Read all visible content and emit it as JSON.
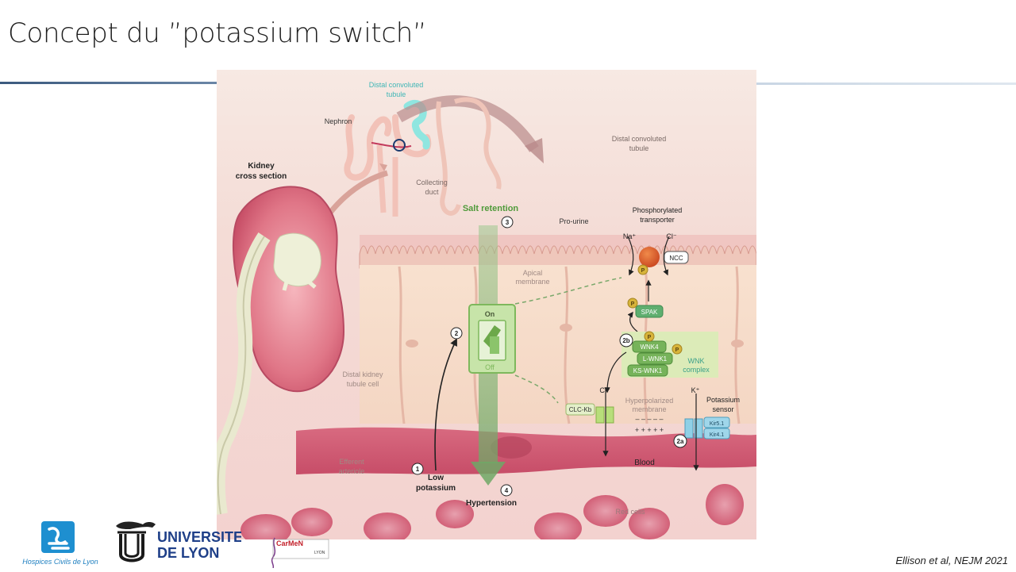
{
  "slide": {
    "title": "Concept du ”potassium switch”",
    "citation": "Ellison et al, NEJM 2021"
  },
  "figure": {
    "labels": {
      "distal_convoluted_tubule_top": [
        "Distal convoluted",
        "tubule"
      ],
      "nephron": "Nephron",
      "kidney_cross_section": [
        "Kidney",
        "cross section"
      ],
      "collecting_duct": [
        "Collecting",
        "duct"
      ],
      "distal_convoluted_tubule_right": [
        "Distal convoluted",
        "tubule"
      ],
      "salt_retention": "Salt retention",
      "pro_urine": "Pro-urine",
      "phosphorylated_transporter": [
        "Phosphorylated",
        "transporter"
      ],
      "na_ion": "Na⁺",
      "cl_ion_top": "Cl⁻",
      "ncc": "NCC",
      "apical_membrane": [
        "Apical",
        "membrane"
      ],
      "spak": "SPAK",
      "switch_on": "On",
      "switch_off": "Off",
      "wnk4": "WNK4",
      "l_wnk1": "L-WNK1",
      "ks_wnk1": "KS-WNK1",
      "wnk_complex": [
        "WNK",
        "complex"
      ],
      "distal_kidney_tubule_cell": [
        "Distal kidney",
        "tubule cell"
      ],
      "cl_ion_bottom": "Cl⁻",
      "k_ion": "K⁺",
      "potassium_sensor": [
        "Potassium",
        "sensor"
      ],
      "clc_kb": "CLC-Kb",
      "hyperpolarized_membrane": [
        "Hyperpolarized",
        "membrane"
      ],
      "membrane_minus": "– – – – –",
      "membrane_plus": "+ + + + +",
      "kir51": "Kir5.1",
      "kir41": "Kir4.1",
      "efferent_arteriole": [
        "Efferent",
        "arteriole"
      ],
      "blood": "Blood",
      "low_potassium": [
        "Low",
        "potassium"
      ],
      "hypertension": "Hypertension",
      "red_cells": "Red cells",
      "phospho": "P"
    },
    "steps": {
      "s1": "1",
      "s2": "2",
      "s2a": "2a",
      "s2b": "2b",
      "s3": "3",
      "s4": "4"
    }
  },
  "logos": {
    "hcl": "Hospices Civils de Lyon",
    "udl_top": "UNIVERSITE",
    "udl_bottom": "DE LYON",
    "carmen": "CarMeN",
    "carmen_sub": "LYON"
  },
  "colors": {
    "accent_rule": "#3b5a7e",
    "salt_green": "#4f9a3a",
    "wnk_green": "#6fae4f",
    "ncc_orange": "#e0612a",
    "sensor_blue": "#7ec4de",
    "blood_red": "#c9506a"
  }
}
